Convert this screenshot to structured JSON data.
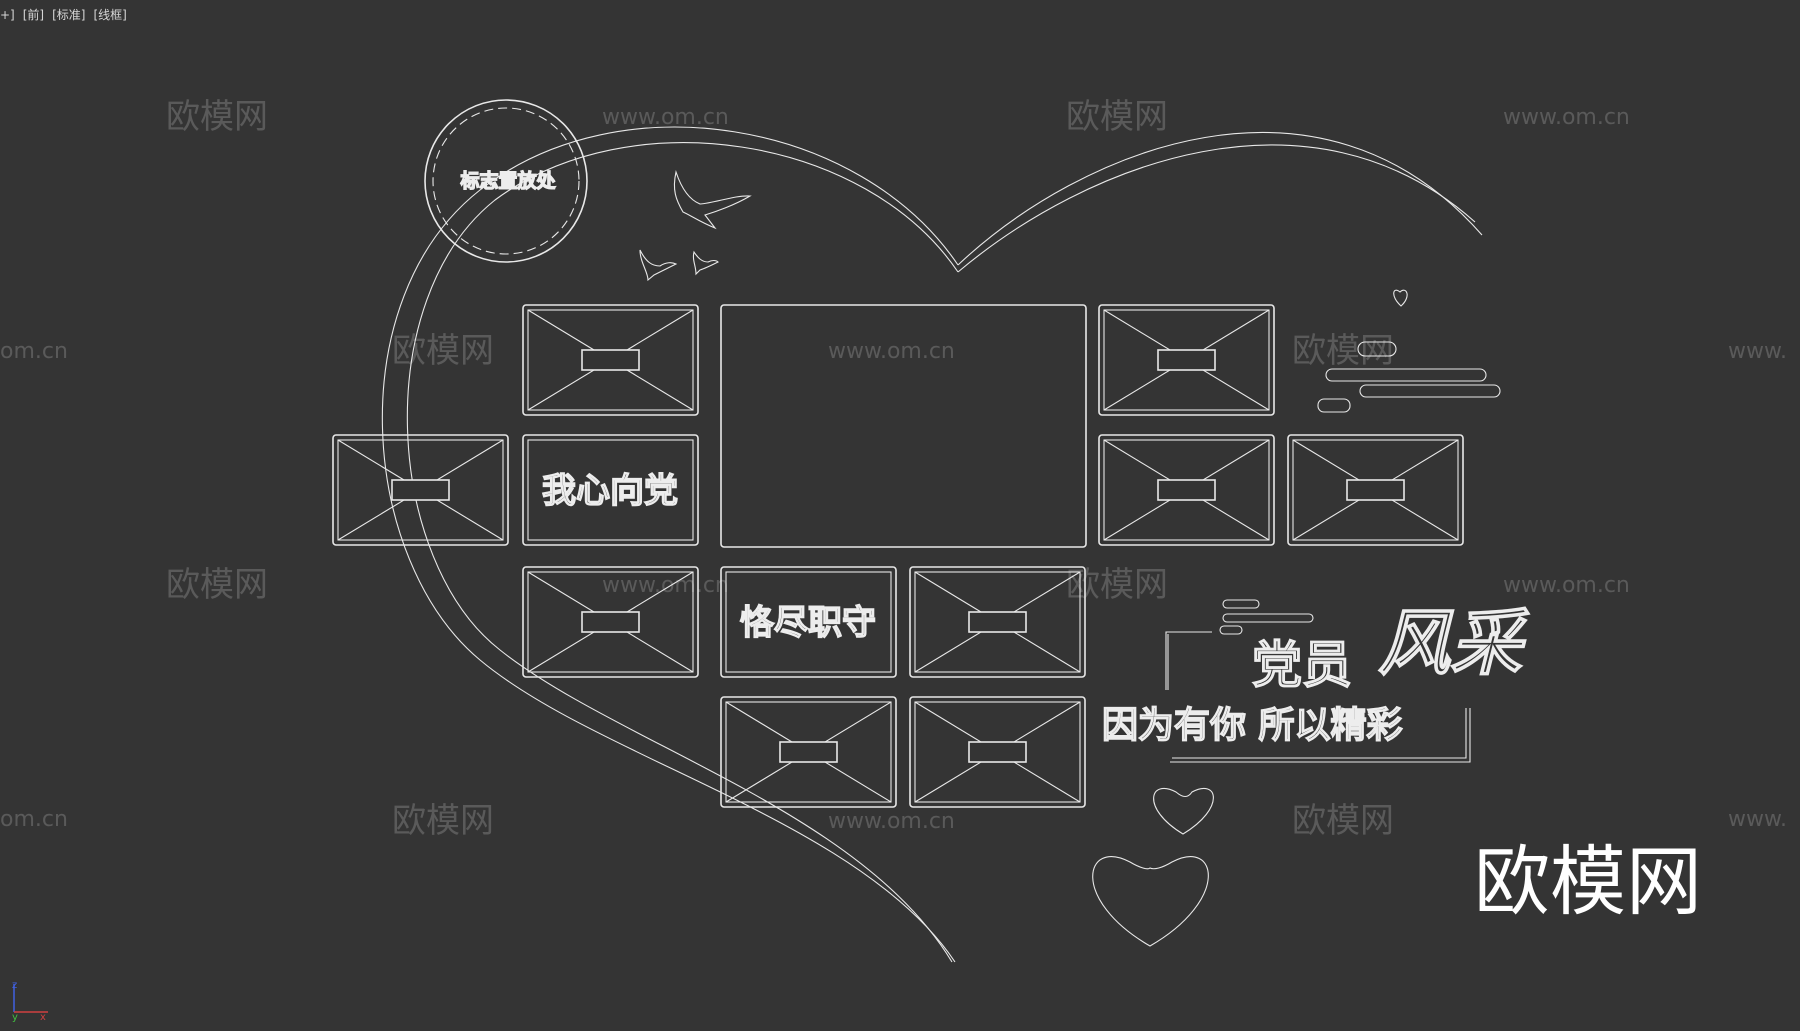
{
  "viewport": {
    "label_parts": [
      "+]",
      "[前]",
      "[标准]",
      "[线框]"
    ]
  },
  "logo_placeholder": {
    "text": "标志置放处"
  },
  "panels": {
    "slogan_1": "我心向党",
    "slogan_2": "恪尽职守"
  },
  "title_block": {
    "title": "党员",
    "calligraphy": "风采",
    "subtitle": "因为有你 所以精彩"
  },
  "watermarks": {
    "brand": "欧模网",
    "url": "www.om.cn",
    "url_cropped": "om.cn",
    "url_cropped_right": "www."
  },
  "axis_gizmo": {
    "z": "z",
    "y": "y",
    "x": "x"
  },
  "colors": {
    "background": "#343434",
    "line": "#e8e8e8",
    "watermark": "#5a5a5a",
    "brand_mark": "#ffffff",
    "axis_x": "#d04040",
    "axis_y": "#40c040",
    "axis_z": "#4060e0"
  }
}
